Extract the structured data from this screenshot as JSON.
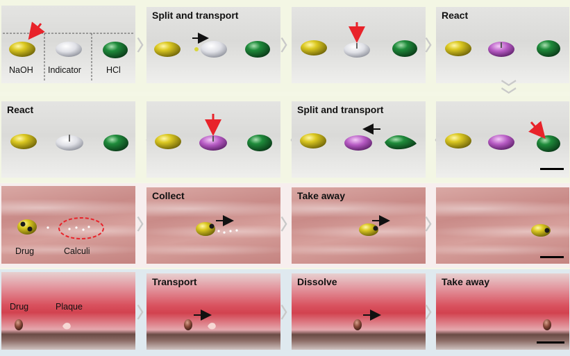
{
  "row1": {
    "panel1": {
      "labels": [
        "NaOH",
        "Indicator",
        "HCl"
      ]
    },
    "panel2": {
      "title": "Split and transport"
    },
    "panel4": {
      "title": "React"
    }
  },
  "row2": {
    "panel1": {
      "title": "React"
    },
    "panel3": {
      "title": "Split and transport"
    }
  },
  "row3": {
    "panel1": {
      "labels": [
        "Drug",
        "Calculi"
      ]
    },
    "panel2": {
      "title": "Collect"
    },
    "panel3": {
      "title": "Take away"
    }
  },
  "row4": {
    "panel1": {
      "labels": [
        "Drug",
        "Plaque"
      ]
    },
    "panel2": {
      "title": "Transport"
    },
    "panel3": {
      "title": "Dissolve"
    },
    "panel4": {
      "title": "Take away"
    }
  },
  "colors": {
    "naoh": "#d6c41c",
    "hcl": "#1e8a3a",
    "indicator": "#dcdde2",
    "magenta": "#b95cc6",
    "red_arrow": "#e8232a"
  }
}
